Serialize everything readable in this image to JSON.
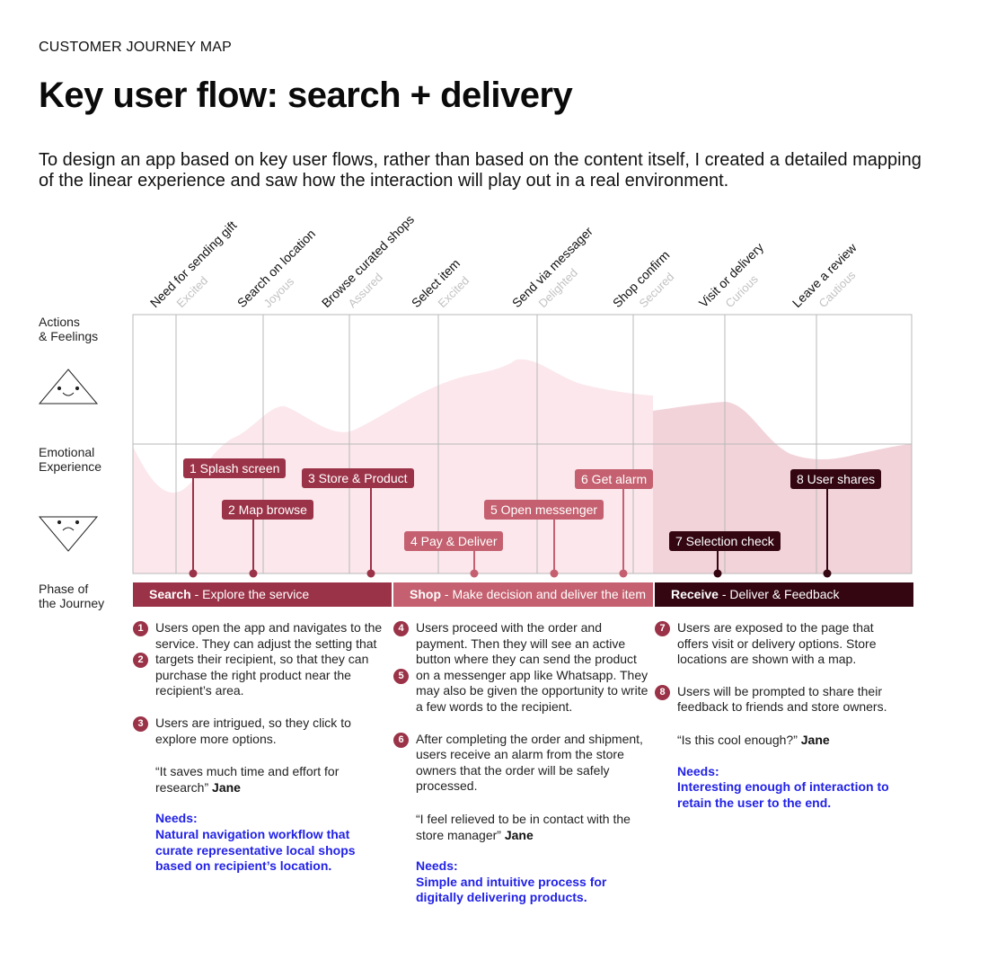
{
  "header": {
    "eyebrow": "CUSTOMER JOURNEY MAP",
    "title": "Key user flow: search + delivery",
    "intro": "To design an app based on key user flows, rather than based on the content itself, I created a detailed mapping of the linear experience and saw how the interaction will play out in a real environment."
  },
  "row_labels": {
    "actions": "Actions\n& Feelings",
    "emotional": "Emotional\nExperience",
    "phase": "Phase of\nthe Journey"
  },
  "faces": {
    "happy": "happy-face-icon",
    "sad": "sad-face-icon"
  },
  "actions": [
    {
      "label": "Need for sending gift",
      "feeling": "Excited"
    },
    {
      "label": "Search on location",
      "feeling": "Joyous"
    },
    {
      "label": "Browse curated shops",
      "feeling": "Assured"
    },
    {
      "label": "Select item",
      "feeling": "Excited"
    },
    {
      "label": "Send via messager",
      "feeling": "Delighted"
    },
    {
      "label": "Shop confirm",
      "feeling": "Secured"
    },
    {
      "label": "Visit or delivery",
      "feeling": "Curious"
    },
    {
      "label": "Leave a review",
      "feeling": "Cautious"
    }
  ],
  "markers": [
    {
      "label": "1 Splash screen"
    },
    {
      "label": "2 Map browse"
    },
    {
      "label": "3 Store & Product"
    },
    {
      "label": "4 Pay & Deliver"
    },
    {
      "label": "5 Open messenger"
    },
    {
      "label": "6 Get alarm"
    },
    {
      "label": "7 Selection check"
    },
    {
      "label": "8 User shares"
    }
  ],
  "phases": [
    {
      "name": "Search",
      "desc": " - Explore the service"
    },
    {
      "name": "Shop",
      "desc": " - Make decision and deliver the item"
    },
    {
      "name": "Receive",
      "desc": " - Deliver & Feedback"
    }
  ],
  "columns": {
    "search": {
      "items": [
        {
          "num": "1",
          "text": "Users open the app and navigates to the service. They can adjust the setting that"
        },
        {
          "num": "2",
          "text": "targets their recipient, so that they can purchase the right product near the recipient’s area."
        },
        {
          "num": "3",
          "text": "Users are intrigued, so they click to explore more options."
        }
      ],
      "quote": "“It saves much time and effort for research”",
      "quote_author": "Jane",
      "needs_label": "Needs:",
      "needs_text": "Natural navigation workflow that curate representative local shops based on recipient’s location."
    },
    "shop": {
      "items": [
        {
          "num": "4",
          "text": "Users proceed with the order and payment. Then they will see an active button where they can send the product"
        },
        {
          "num": "5",
          "text": "on a messenger app like Whatsapp. They may also be given the opportunity to write a few words to the recipient."
        },
        {
          "num": "6",
          "text": "After completing the order and shipment, users receive an alarm from the store owners that the order will be safely processed."
        }
      ],
      "quote": "“I feel relieved to be in contact with the store manager”",
      "quote_author": "Jane",
      "needs_label": "Needs:",
      "needs_text": "Simple and intuitive process for digitally delivering products."
    },
    "receive": {
      "items": [
        {
          "num": "7",
          "text": "Users are exposed to the page that offers visit or delivery options. Store locations are shown with a map."
        },
        {
          "num": "8",
          "text": "Users will be prompted to share their feedback to friends and store owners."
        }
      ],
      "quote": "“Is this cool enough?”",
      "quote_author": "Jane",
      "needs_label": "Needs:",
      "needs_text": "Interesting enough of interaction to retain the user to the end."
    }
  },
  "colors": {
    "search": "#9b3348",
    "shop": "#c4606f",
    "receive": "#330612",
    "area": "#fbe7ec",
    "area_receive": "#f2d3da",
    "needs": "#2222e6"
  }
}
